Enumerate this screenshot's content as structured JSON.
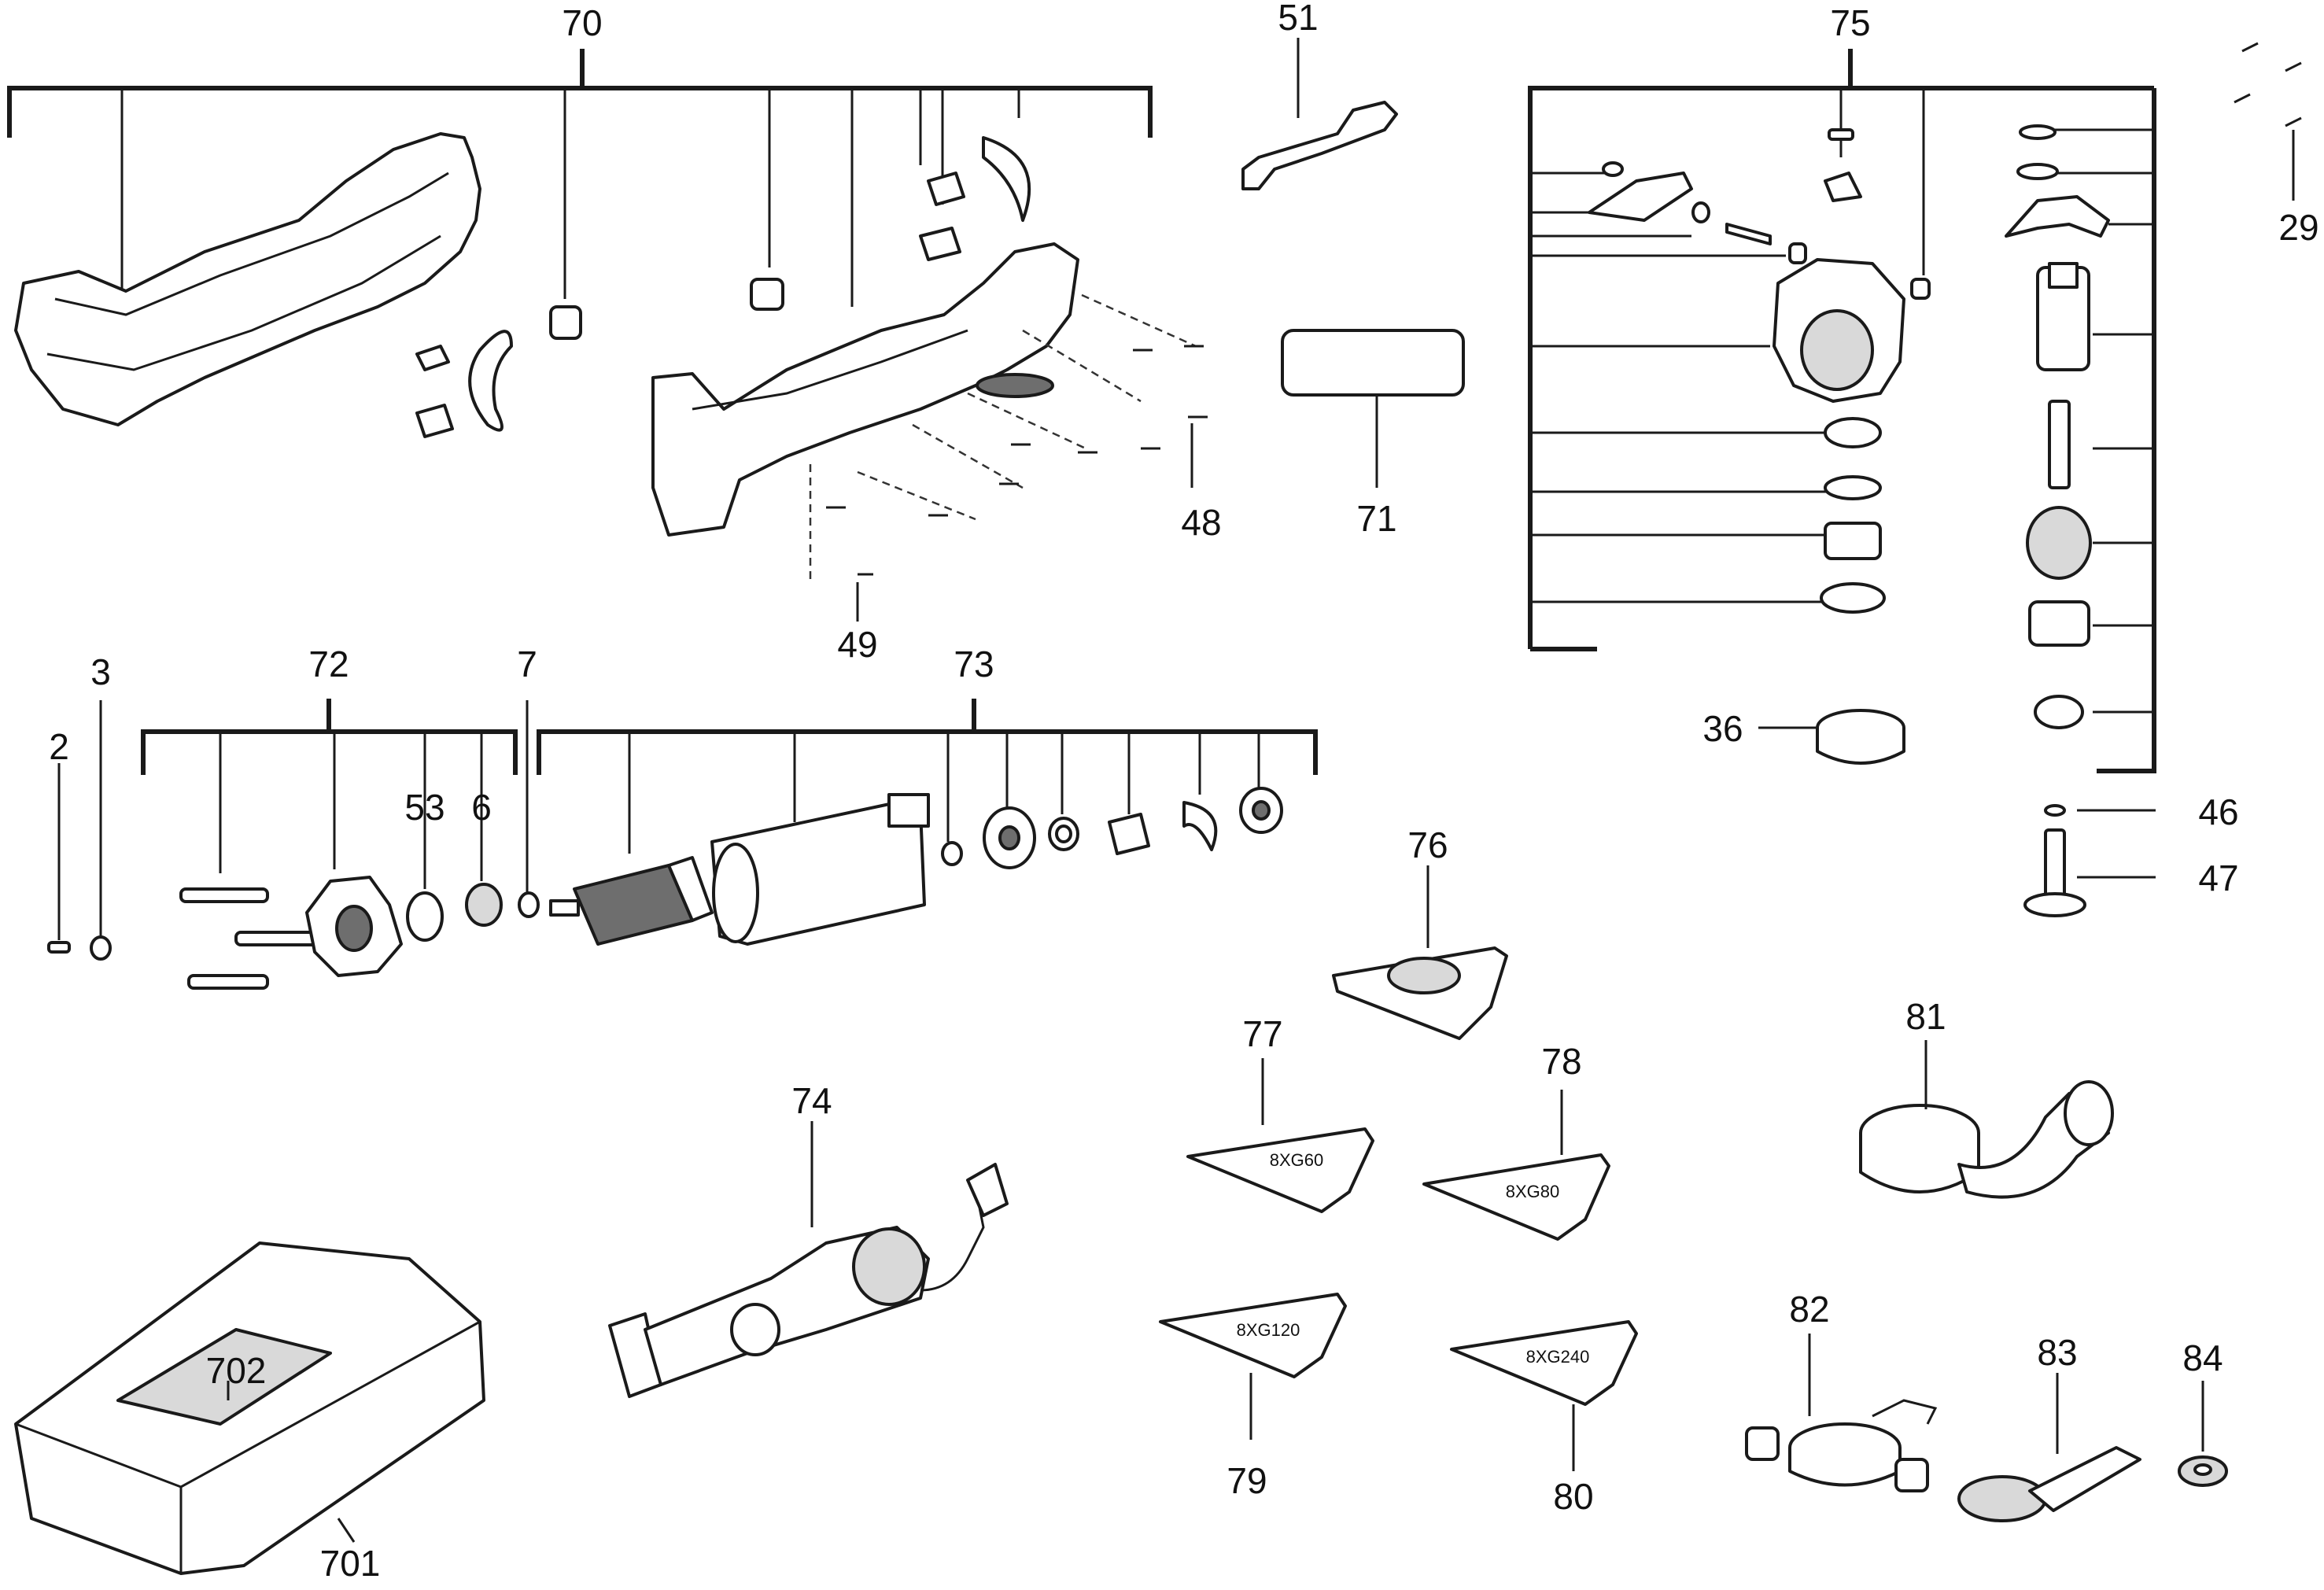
{
  "diagram": {
    "title": "Exploded parts diagram - cordless multi-tool",
    "callouts": {
      "c2": "2",
      "c3": "3",
      "c6": "6",
      "c7": "7",
      "c29": "29",
      "c36": "36",
      "c46": "46",
      "c47": "47",
      "c48": "48",
      "c49": "49",
      "c51": "51",
      "c53": "53",
      "c70": "70",
      "c71": "71",
      "c72": "72",
      "c73": "73",
      "c74": "74",
      "c75": "75",
      "c76": "76",
      "c77": "77",
      "c78": "78",
      "c79": "79",
      "c80": "80",
      "c81": "81",
      "c82": "82",
      "c83": "83",
      "c84": "84",
      "c701": "701",
      "c702": "702"
    },
    "sanding_sheets": {
      "s60": "8XG60",
      "s80": "8XG80",
      "s120": "8XG120",
      "s240": "8XG240"
    }
  }
}
